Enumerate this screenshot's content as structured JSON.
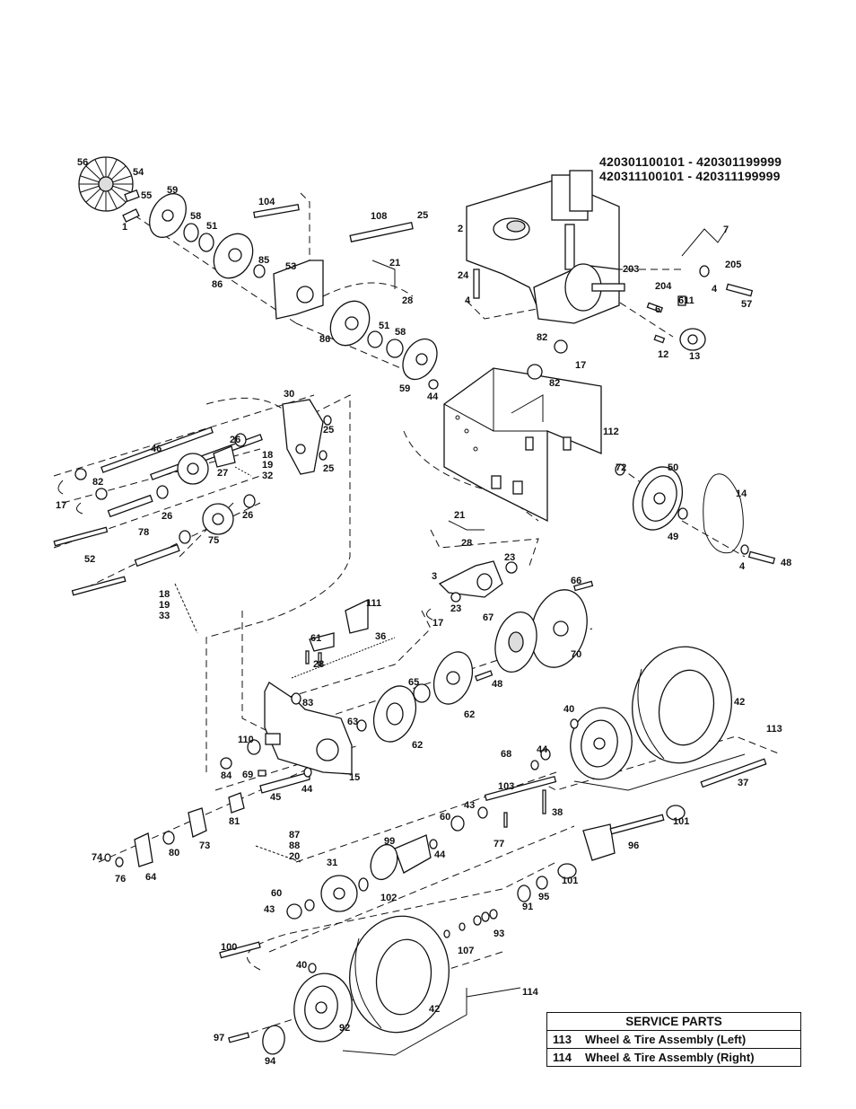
{
  "serial_ranges": [
    "420301100101 - 420301199999",
    "420311100101 - 420311199999"
  ],
  "part_labels": [
    "56",
    "54",
    "55",
    "59",
    "1",
    "58",
    "51",
    "86",
    "104",
    "85",
    "53",
    "108",
    "25",
    "21",
    "28",
    "86",
    "51",
    "58",
    "59",
    "44",
    "82",
    "17",
    "82",
    "2",
    "7",
    "24",
    "4",
    "203",
    "204",
    "6",
    "205",
    "4",
    "57",
    "611",
    "12",
    "13",
    "30",
    "26",
    "25",
    "18",
    "19",
    "32",
    "27",
    "46",
    "25",
    "17",
    "82",
    "26",
    "26",
    "75",
    "78",
    "52",
    "112",
    "72",
    "50",
    "14",
    "49",
    "4",
    "48",
    "21",
    "28",
    "23",
    "3",
    "17",
    "23",
    "66",
    "67",
    "70",
    "18",
    "19",
    "33",
    "111",
    "61",
    "28",
    "36",
    "65",
    "48",
    "83",
    "62",
    "63",
    "62",
    "110",
    "84",
    "69",
    "44",
    "15",
    "45",
    "81",
    "40",
    "42",
    "113",
    "68",
    "44",
    "103",
    "38",
    "43",
    "60",
    "77",
    "37",
    "101",
    "74",
    "76",
    "64",
    "80",
    "73",
    "87",
    "88",
    "20",
    "99",
    "44",
    "96",
    "31",
    "60",
    "43",
    "102",
    "95",
    "101",
    "91",
    "93",
    "107",
    "100",
    "40",
    "42",
    "114",
    "97",
    "94",
    "92"
  ],
  "service_parts": {
    "title": "SERVICE PARTS",
    "rows": [
      {
        "num": "113",
        "desc": "Wheel & Tire Assembly (Left)"
      },
      {
        "num": "114",
        "desc": "Wheel & Tire Assembly (Right)"
      }
    ]
  }
}
